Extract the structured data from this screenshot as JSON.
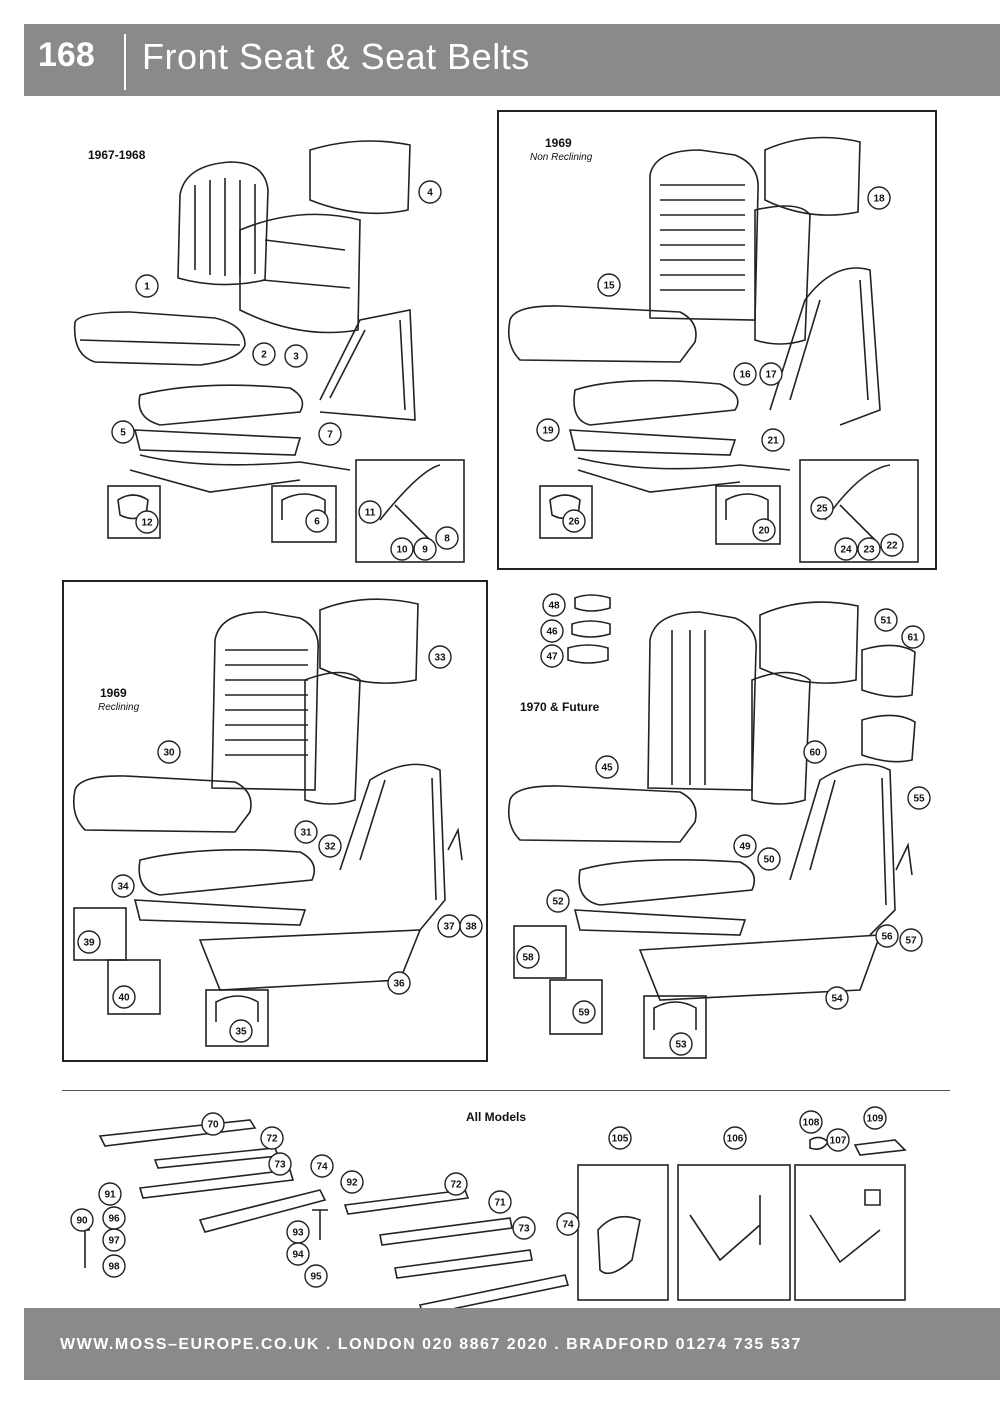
{
  "page": {
    "number": "168",
    "title": "Front Seat & Seat Belts"
  },
  "sections": {
    "s1": {
      "label": "1967-1968"
    },
    "s2": {
      "label": "1969",
      "sublabel": "Non Reclining"
    },
    "s3": {
      "label": "1969",
      "sublabel": "Reclining"
    },
    "s4": {
      "label": "1970 & Future"
    },
    "s5": {
      "label": "All Models"
    }
  },
  "part_numbers": {
    "s1": [
      "1",
      "2",
      "3",
      "4",
      "5",
      "6",
      "7",
      "8",
      "9",
      "10",
      "11",
      "12"
    ],
    "s2": [
      "15",
      "16",
      "17",
      "18",
      "19",
      "20",
      "21",
      "22",
      "23",
      "24",
      "25",
      "26"
    ],
    "s3": [
      "30",
      "31",
      "32",
      "33",
      "34",
      "35",
      "36",
      "37",
      "38",
      "39",
      "40"
    ],
    "s4": [
      "45",
      "46",
      "47",
      "48",
      "49",
      "50",
      "51",
      "52",
      "53",
      "54",
      "55",
      "56",
      "57",
      "58",
      "59",
      "60",
      "61"
    ],
    "s5": [
      "70",
      "71",
      "72",
      "72",
      "73",
      "73",
      "74",
      "74",
      "90",
      "91",
      "92",
      "93",
      "94",
      "95",
      "96",
      "97",
      "98",
      "105",
      "106",
      "107",
      "108",
      "109"
    ]
  },
  "footer": {
    "text": "WWW.MOSS–EUROPE.CO.UK . LONDON 020 8867 2020 . BRADFORD 01274 735 537"
  }
}
